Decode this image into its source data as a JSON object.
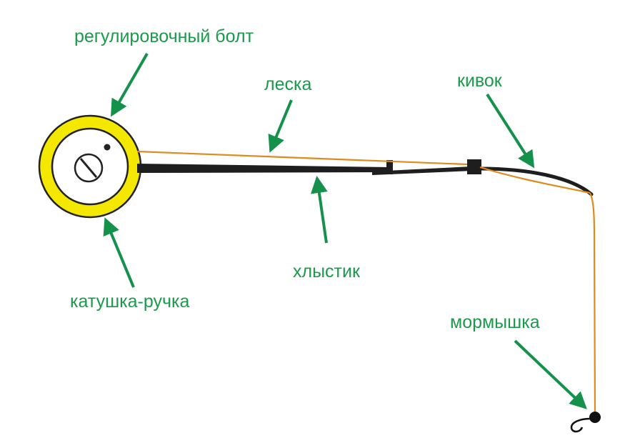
{
  "labels": {
    "bolt": "регулировочный болт",
    "line": "леска",
    "nod": "кивок",
    "whip": "хлыстик",
    "reel": "катушка-ручка",
    "jig": "мормышка"
  },
  "colors": {
    "label_text": "#1a9a4a",
    "arrow": "#14914a",
    "line": "#e08a1e",
    "reel_ring": "#f4e800",
    "reel_outline": "#222222",
    "rod": "#1e1e1e",
    "jig": "#111111"
  }
}
